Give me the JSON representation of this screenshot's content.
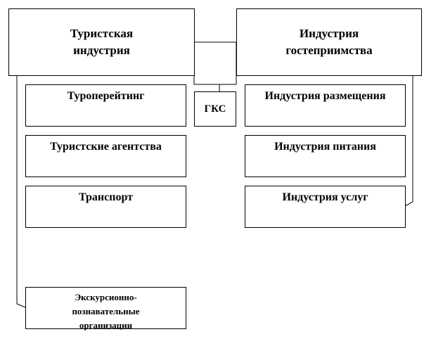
{
  "blocks": {
    "tourism_industry": "Туристская индустрия",
    "hospitality_industry": "Индустрия гостеприимства",
    "gks": "ГКС"
  },
  "tourism_items": [
    "Туроперейтинг",
    "Туристские агентства",
    "Транспорт",
    "Экскурсионно-познавательные организации"
  ],
  "hospitality_items": [
    "Индустрия размещения",
    "Индустрия питания",
    "Индустрия услуг"
  ]
}
